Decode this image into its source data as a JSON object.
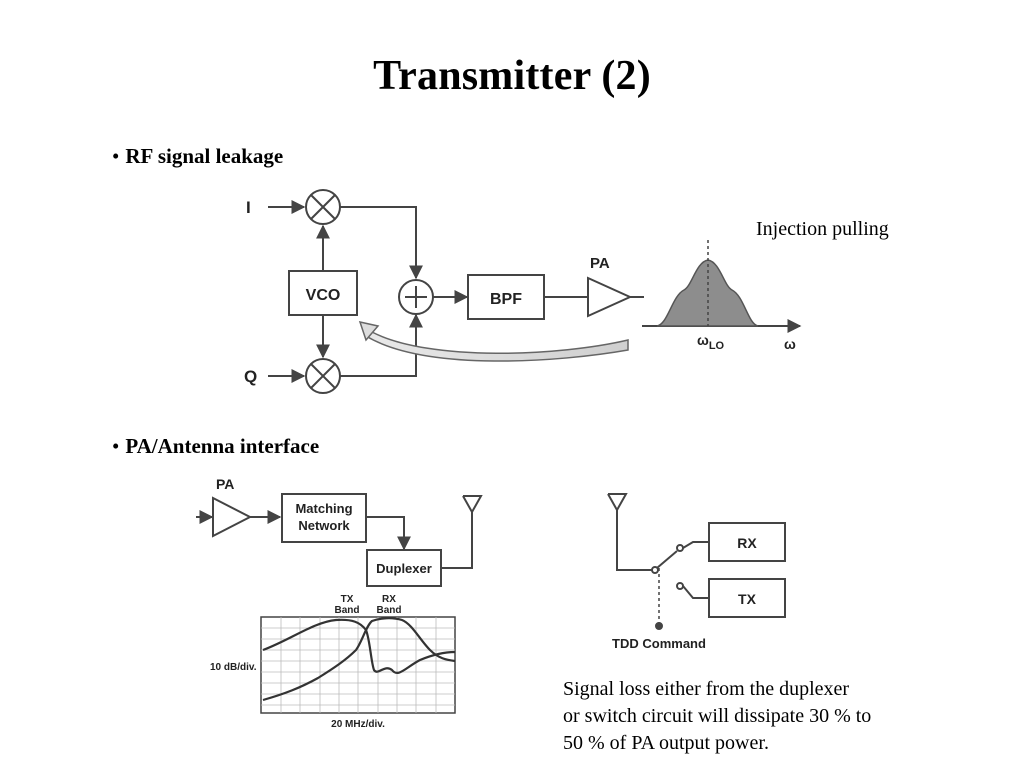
{
  "slide": {
    "title": "Transmitter (2)",
    "bullet_1": "RF signal leakage",
    "bullet_2": "PA/Antenna interface",
    "bullet_symbol": "•",
    "injection_label": "Injection pulling",
    "note_lines": [
      "Signal loss either from the duplexer",
      "or switch circuit will dissipate 30 % to",
      "50 % of PA output power."
    ]
  },
  "diagram_tx": {
    "i_label": "I",
    "q_label": "Q",
    "vco_label": "VCO",
    "bpf_label": "BPF",
    "pa_label": "PA",
    "omega_lo_label": "ω",
    "omega_lo_sub": "LO",
    "omega_label": "ω"
  },
  "diagram_pa": {
    "pa_label": "PA",
    "matching_line1": "Matching",
    "matching_line2": "Network",
    "duplexer_label": "Duplexer",
    "tx_band_line1": "TX",
    "tx_band_line2": "Band",
    "rx_band_line1": "RX",
    "rx_band_line2": "Band",
    "y_scale": "10 dB/div.",
    "x_scale": "20 MHz/div."
  },
  "diagram_switch": {
    "rx_label": "RX",
    "tx_label": "TX",
    "tdd_label": "TDD Command"
  }
}
